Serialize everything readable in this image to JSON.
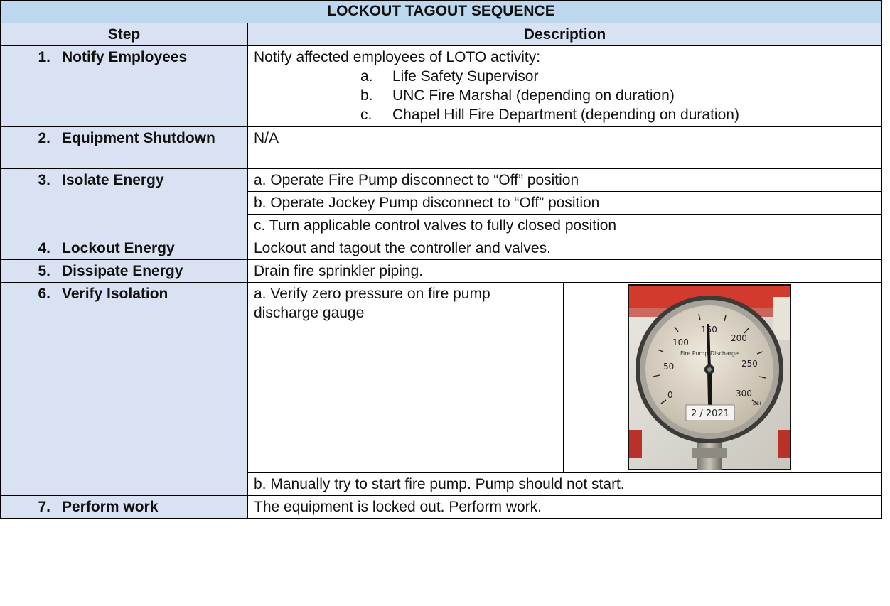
{
  "table": {
    "title": "LOCKOUT TAGOUT SEQUENCE",
    "headers": {
      "step": "Step",
      "description": "Description"
    },
    "steps": [
      {
        "num": "1.",
        "label": "Notify Employees",
        "intro": "Notify affected employees of LOTO activity:",
        "items": [
          {
            "letter": "a.",
            "text": "Life Safety Supervisor"
          },
          {
            "letter": "b.",
            "text": "UNC Fire Marshal (depending on duration)"
          },
          {
            "letter": "c.",
            "text": "Chapel Hill Fire Department (depending on duration)"
          }
        ]
      },
      {
        "num": "2.",
        "label": "Equipment Shutdown",
        "description": "N/A"
      },
      {
        "num": "3.",
        "label": "Isolate Energy",
        "lines": [
          "a. Operate Fire Pump disconnect to “Off” position",
          "b. Operate Jockey Pump disconnect to “Off” position",
          "c. Turn applicable control valves to fully closed position"
        ]
      },
      {
        "num": "4.",
        "label": "Lockout Energy",
        "description": "Lockout and tagout the controller and valves."
      },
      {
        "num": "5.",
        "label": "Dissipate Energy",
        "description": "Drain fire sprinkler piping."
      },
      {
        "num": "6.",
        "label": "Verify Isolation",
        "line_a": "a. Verify zero pressure on fire pump discharge gauge",
        "line_b": "b. Manually try to start fire pump. Pump should not start.",
        "photo": {
          "gauge_text": "Fire Pump Discharge",
          "scale": [
            "0",
            "50",
            "100",
            "150",
            "200",
            "250",
            "300"
          ],
          "unit": "psi",
          "tag": "2 / 2021"
        }
      },
      {
        "num": "7.",
        "label": "Perform work",
        "description": "The equipment is locked out. Perform work."
      }
    ]
  },
  "colors": {
    "title_bg": "#bdd7ee",
    "header_bg": "#d9e2f3",
    "border": "#000000"
  }
}
